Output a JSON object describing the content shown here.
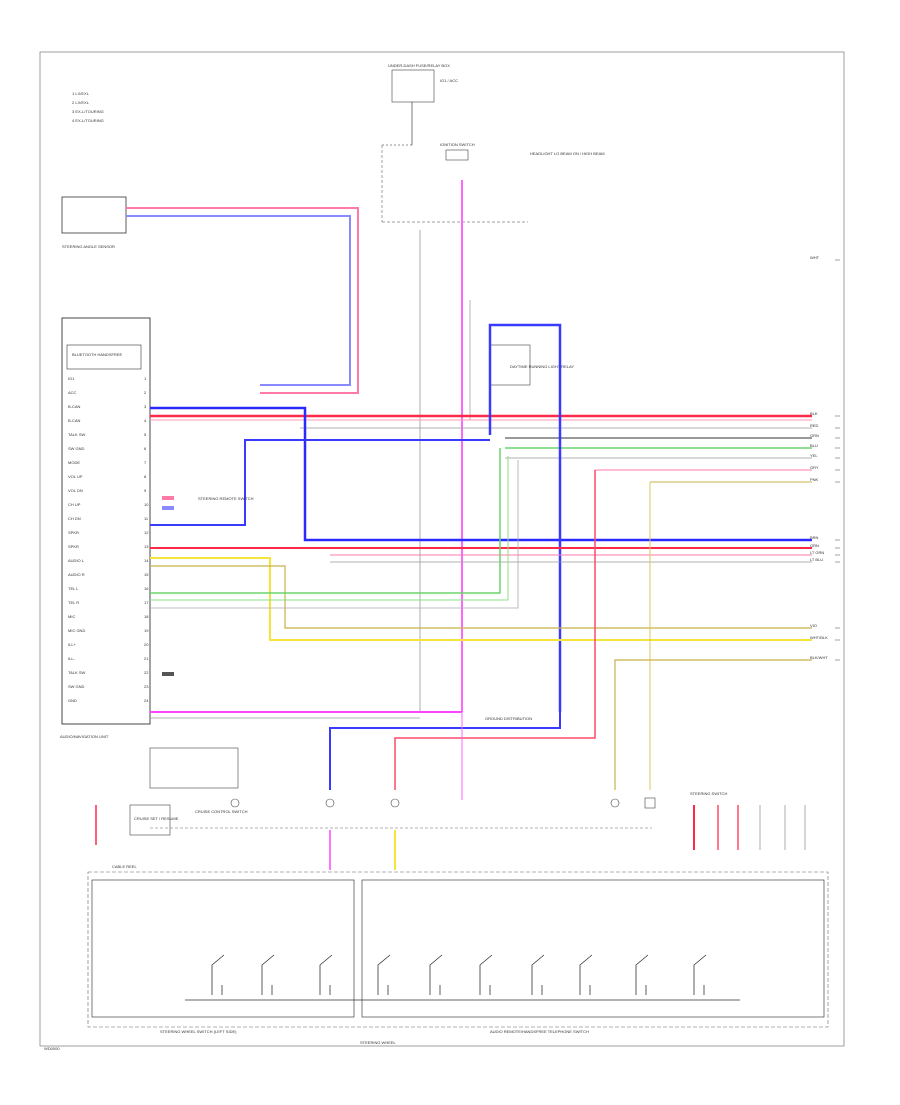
{
  "colors": {
    "red": "#ff2a4a",
    "pink": "#ff7aa8",
    "blue": "#2a2aff",
    "violet": "#8a2bff",
    "magenta": "#ff44ff",
    "yellow": "#f5e53a",
    "green": "#6bd36b",
    "black": "#222222",
    "gray": "#9a9a9a",
    "khaki": "#c8b24a",
    "orange": "#f0b45a"
  },
  "diagram": {
    "page_code": "WD0000",
    "legend": [
      {
        "key": "1",
        "text": "LX/EXL"
      },
      {
        "key": "2",
        "text": "LX/EXL"
      },
      {
        "key": "3",
        "text": "EX-L/TOURING"
      },
      {
        "key": "4",
        "text": "EX-L/TOURING"
      }
    ],
    "labels": {
      "top_fuse": "UNDER-DASH FUSE/RELAY BOX",
      "top_fuse_sub": "IG1 / ACC",
      "ignition_switch": "IGNITION SWITCH",
      "note_right": "HEADLIGHT LO BEAM ON / HIGH BEAM",
      "steering_sensor": "STEERING ANGLE SENSOR",
      "ecu_inner": "BLUETOOTH HANDSFREE",
      "ecu_bottom": "AUDIO/NAVIGATION UNIT",
      "ground_note": "GROUND DISTRIBUTION",
      "daytime_box": "DAYTIME RUNNING LIGHT RELAY",
      "remote_switch_box": "STEERING REMOTE SWITCH",
      "left_panel": "CRUISE CONTROL SWITCH",
      "left_bottom": "STEERING WHEEL SWITCH (LEFT SIDE)",
      "right_bottom": "AUDIO REMOTE/HANDSFREE TELEPHONE SWITCH",
      "cable_reel": "CABLE REEL",
      "bottom_caption": "STEERING WHEEL",
      "side_box": "CRUISE SET / RESUME",
      "right_connector": "STEERING SWITCH"
    },
    "ecu_pins": [
      "IG1",
      "ACC",
      "B-CAN",
      "B-CAN",
      "TALK SW",
      "SW GND",
      "MODE",
      "VOL UP",
      "VOL DN",
      "CH UP",
      "CH DN",
      "SPKR",
      "SPKR",
      "AUDIO L",
      "AUDIO R",
      "TEL L",
      "TEL R",
      "MIC",
      "MIC GND",
      "ILL+",
      "ILL-",
      "TALK SW",
      "SW GND",
      "GND"
    ],
    "right_codes": [
      "WHT",
      "BLK",
      "RED",
      "GRN",
      "BLU",
      "YEL",
      "GRY",
      "PNK",
      "BRN",
      "ORN",
      "LT GRN",
      "LT BLU",
      "VIO",
      "WHT/BLK",
      "BLK/WHT"
    ]
  }
}
